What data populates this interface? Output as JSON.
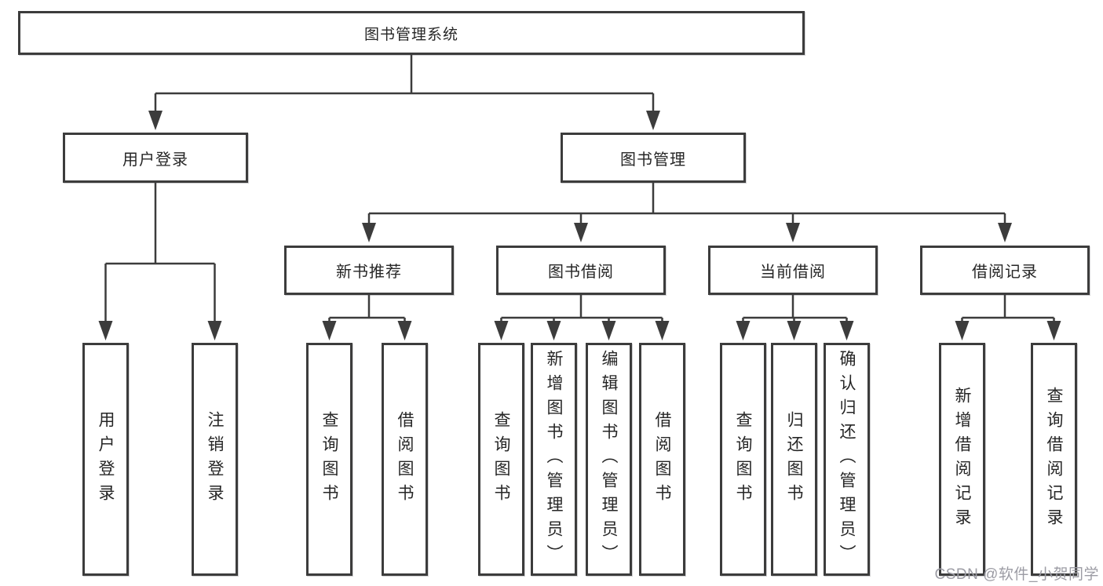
{
  "diagram": {
    "root": "图书管理系统",
    "level2": {
      "user": "用户登录",
      "book": "图书管理"
    },
    "level3": {
      "recommend": "新书推荐",
      "borrow": "图书借阅",
      "current": "当前借阅",
      "records": "借阅记录"
    },
    "leaves": {
      "user": [
        "用户登录",
        "注销登录"
      ],
      "recommend": [
        "查询图书",
        "借阅图书"
      ],
      "borrow": [
        "查询图书",
        "新增图书（管理员）",
        "编辑图书（管理员）",
        "借阅图书"
      ],
      "current": [
        "查询图书",
        "归还图书",
        "确认归还（管理员）"
      ],
      "records": [
        "新增借阅记录",
        "查询借阅记录"
      ]
    }
  },
  "watermark": "CSDN @软件_小贺同学",
  "colors": {
    "line": "#3c3c3c",
    "box_border": "#3c3c3c",
    "text": "#262626",
    "watermark": "#9c9ca4",
    "background": "#ffffff"
  }
}
